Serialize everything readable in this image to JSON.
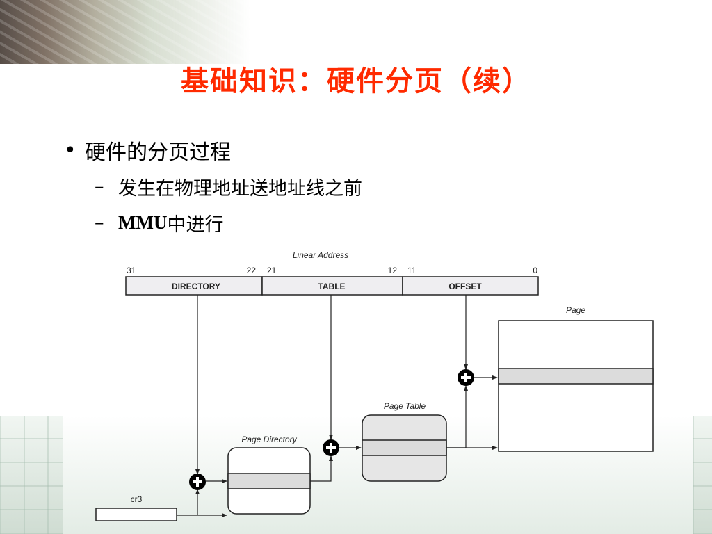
{
  "title": "基础知识：硬件分页（续）",
  "bullets": {
    "main": "硬件的分页过程",
    "sub": [
      {
        "text": "发生在物理地址送地址线之前"
      },
      {
        "prefix": "MMU",
        "text": "中进行"
      }
    ]
  },
  "diagram": {
    "linear_address_label": "Linear Address",
    "bit_labels": {
      "b31": "31",
      "b22": "22",
      "b21": "21",
      "b12": "12",
      "b11": "11",
      "b0": "0"
    },
    "fields": {
      "directory": "DIRECTORY",
      "table": "TABLE",
      "offset": "OFFSET"
    },
    "page_label": "Page",
    "page_table_label": "Page Table",
    "page_directory_label": "Page Directory",
    "cr3_label": "cr3",
    "colors": {
      "field_fill": "#efeef1",
      "table_fill": "#e6e6e6",
      "stripe_fill": "#dcdcdc",
      "adder_fill": "#000000"
    }
  }
}
